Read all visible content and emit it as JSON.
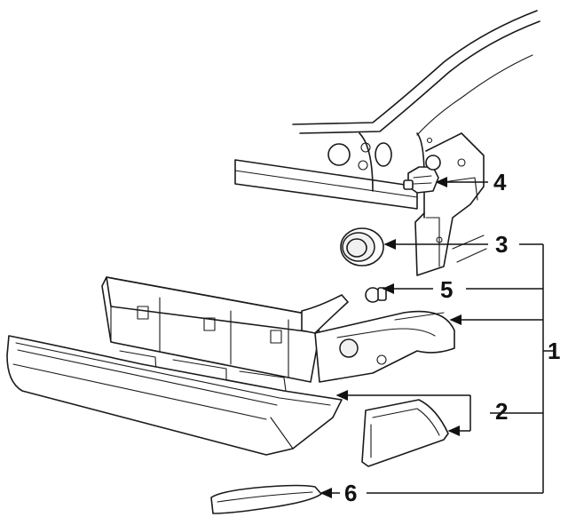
{
  "diagram": {
    "callouts": [
      {
        "id": "c1",
        "label": "1"
      },
      {
        "id": "c2",
        "label": "2"
      },
      {
        "id": "c3",
        "label": "3"
      },
      {
        "id": "c4",
        "label": "4"
      },
      {
        "id": "c5",
        "label": "5"
      },
      {
        "id": "c6",
        "label": "6"
      }
    ],
    "colors": {
      "line": "#1a1a1a",
      "background": "#ffffff"
    }
  }
}
